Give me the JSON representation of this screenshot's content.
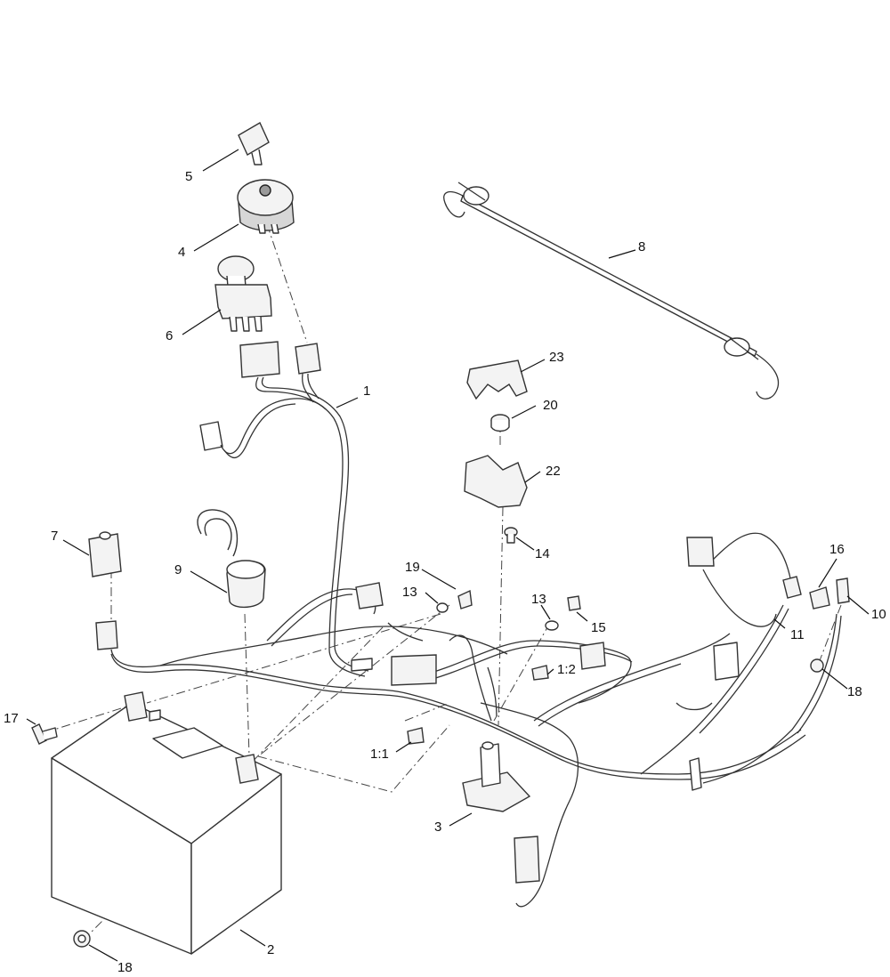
{
  "callouts": {
    "c1": "1",
    "c2": "2",
    "c3": "3",
    "c4": "4",
    "c5": "5",
    "c6": "6",
    "c7": "7",
    "c8": "8",
    "c9": "9",
    "c10": "10",
    "c11": "11",
    "c12_1": "1:1",
    "c12_2": "1:2",
    "c13a": "13",
    "c13b": "13",
    "c14": "14",
    "c15": "15",
    "c16": "16",
    "c17": "17",
    "c18a": "18",
    "c18b": "18",
    "c19": "19",
    "c20": "20",
    "c22": "22",
    "c23": "23"
  }
}
